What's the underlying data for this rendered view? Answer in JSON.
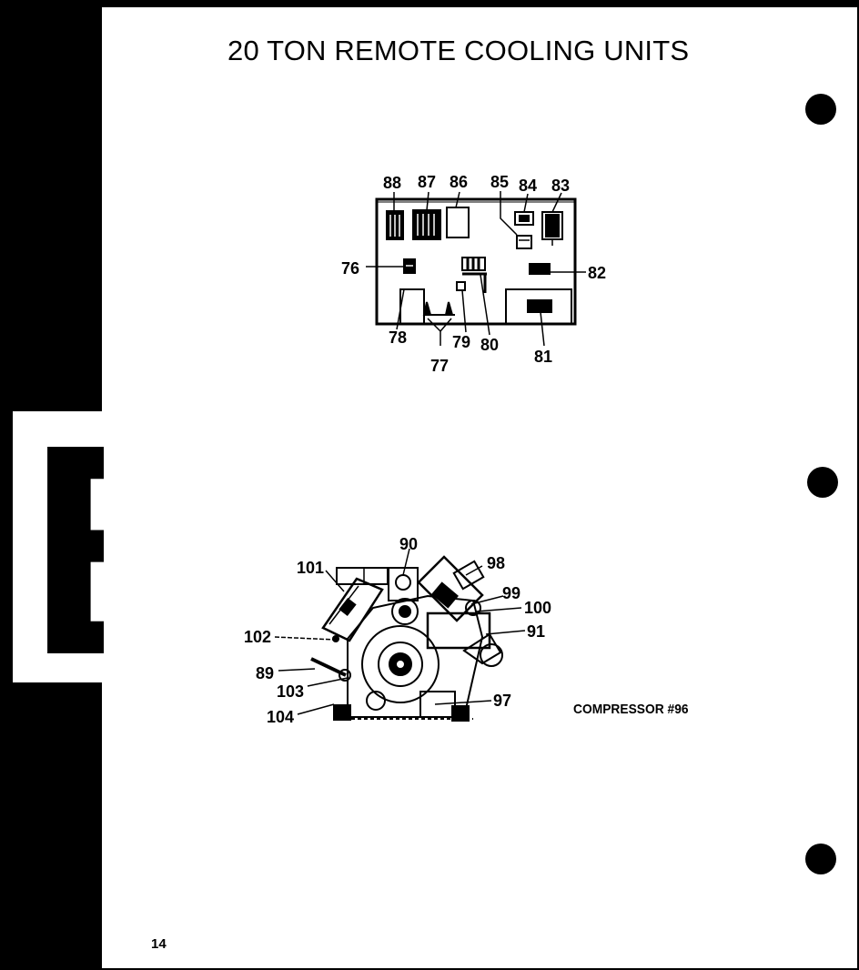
{
  "title": "20 TON REMOTE COOLING UNITS",
  "tab_letter": "B",
  "page_number": "14",
  "compressor_caption": "COMPRESSOR #96",
  "control_box": {
    "callouts": [
      "88",
      "87",
      "86",
      "85",
      "84",
      "83",
      "76",
      "82",
      "78",
      "79",
      "80",
      "81",
      "77"
    ]
  },
  "compressor": {
    "callouts": [
      "90",
      "101",
      "98",
      "99",
      "100",
      "91",
      "102",
      "89",
      "103",
      "104",
      "97"
    ]
  }
}
